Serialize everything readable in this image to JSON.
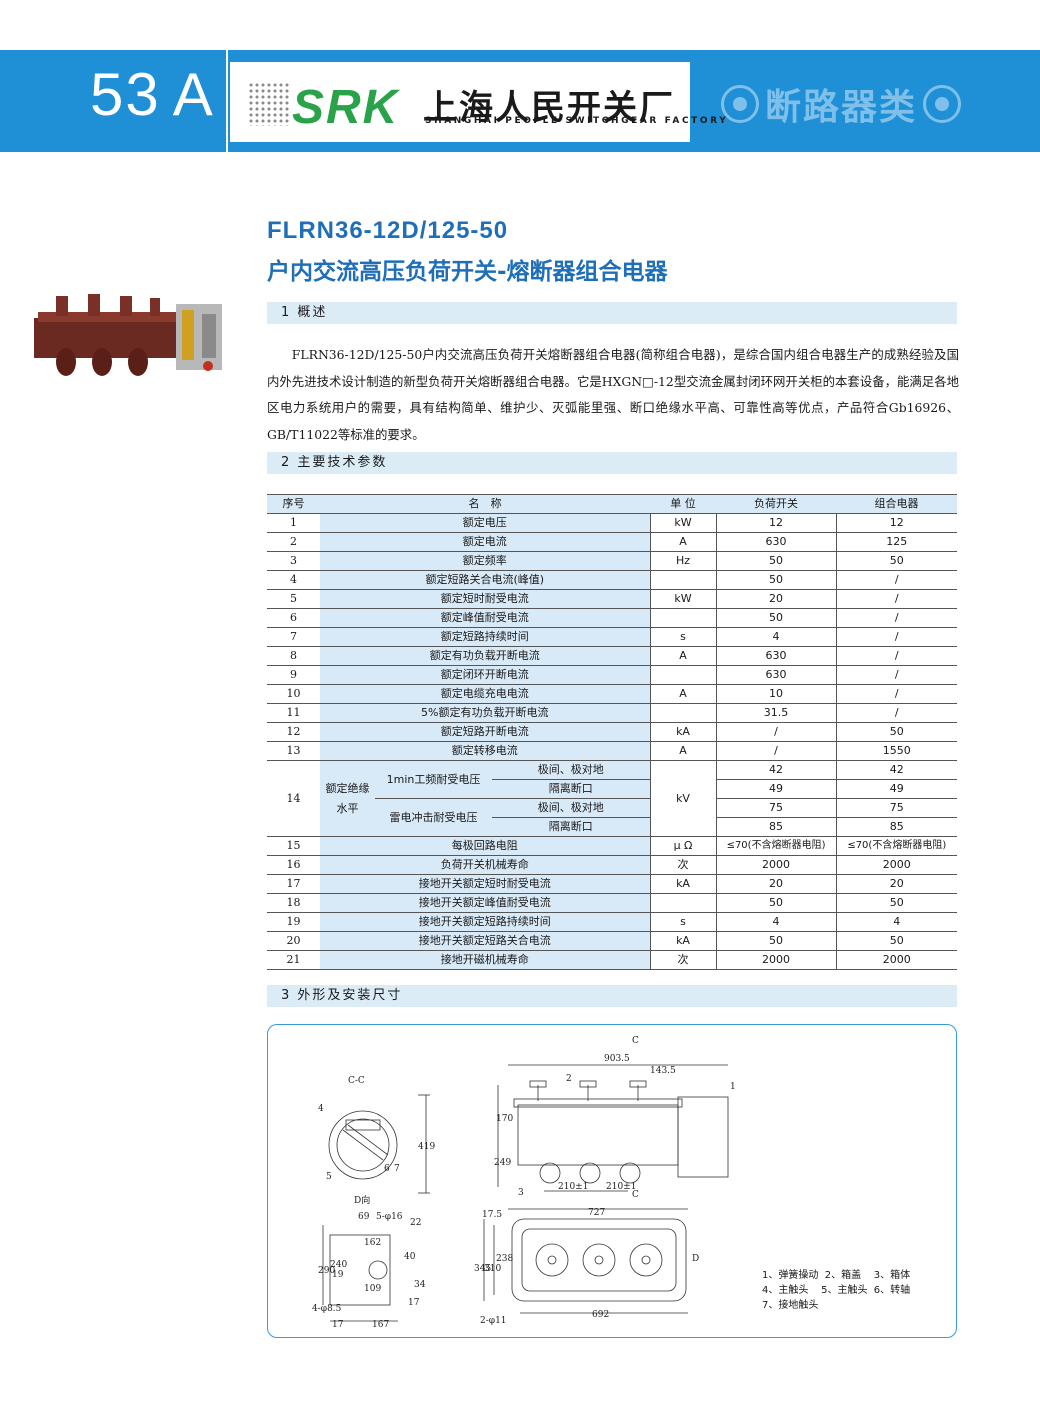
{
  "header": {
    "page_number": "53",
    "page_suffix": "A",
    "brand": "SRK",
    "company_cn": "上海人民开关厂",
    "company_en": "SHANGHAI PEOPLE SWITCHGEAR FACTORY",
    "category": "断路器类",
    "accent_color": "#1f8fd6",
    "brand_color": "#2aa24a"
  },
  "product": {
    "model": "FLRN36-12D/125-50",
    "title": "户内交流高压负荷开关-熔断器组合电器"
  },
  "sections": {
    "overview": "1  概述",
    "params": "2  主要技术参数",
    "dims": "3  外形及安装尺寸"
  },
  "overview_text": "FLRN36-12D/125-50户内交流高压负荷开关熔断器组合电器(简称组合电器)，是综合国内组合电器生产的成熟经验及国内外先进技术设计制造的新型负荷开关熔断器组合电器。它是HXGN□-12型交流金属封闭环网开关柜的本套设备，能满足各地区电力系统用户的需要，具有结构简单、维护少、灭弧能里强、断口绝缘水平高、可靠性高等优点，产品符合Gb16926、GB/T11022等标准的要求。",
  "table": {
    "headers": [
      "序号",
      "名　称",
      "单 位",
      "负荷开关",
      "组合电器"
    ],
    "rows": [
      {
        "no": "1",
        "name": "额定电压",
        "unit": "kW",
        "ls": "12",
        "cu": "12"
      },
      {
        "no": "2",
        "name": "额定电流",
        "unit": "A",
        "ls": "630",
        "cu": "125"
      },
      {
        "no": "3",
        "name": "额定频率",
        "unit": "Hz",
        "ls": "50",
        "cu": "50"
      },
      {
        "no": "4",
        "name": "额定短路关合电流(峰值)",
        "unit": "",
        "ls": "50",
        "cu": "/"
      },
      {
        "no": "5",
        "name": "额定短时耐受电流",
        "unit": "kW",
        "ls": "20",
        "cu": "/"
      },
      {
        "no": "6",
        "name": "额定峰值耐受电流",
        "unit": "",
        "ls": "50",
        "cu": "/"
      },
      {
        "no": "7",
        "name": "额定短路持续时间",
        "unit": "s",
        "ls": "4",
        "cu": "/"
      },
      {
        "no": "8",
        "name": "额定有功负载开断电流",
        "unit": "A",
        "ls": "630",
        "cu": "/"
      },
      {
        "no": "9",
        "name": "额定闭环开断电流",
        "unit": "",
        "ls": "630",
        "cu": "/"
      },
      {
        "no": "10",
        "name": "额定电缆充电电流",
        "unit": "A",
        "ls": "10",
        "cu": "/"
      },
      {
        "no": "11",
        "name": "5%额定有功负载开断电流",
        "unit": "",
        "ls": "31.5",
        "cu": "/"
      },
      {
        "no": "12",
        "name": "额定短路开断电流",
        "unit": "kA",
        "ls": "/",
        "cu": "50"
      },
      {
        "no": "13",
        "name": "额定转移电流",
        "unit": "A",
        "ls": "/",
        "cu": "1550"
      }
    ],
    "row14": {
      "no": "14",
      "group": "额定绝缘水平",
      "sub1": "1min工频耐受电压",
      "sub2": "雷电冲击耐受电压",
      "a": "极间、极对地",
      "b": "隔离断口",
      "unit": "kV",
      "v": [
        [
          "42",
          "42"
        ],
        [
          "49",
          "49"
        ],
        [
          "75",
          "75"
        ],
        [
          "85",
          "85"
        ]
      ]
    },
    "rows2": [
      {
        "no": "15",
        "name": "每极回路电阻",
        "unit": "μ Ω",
        "ls": "≤70(不含熔断器电阻)",
        "cu": "≤70(不含熔断器电阻)"
      },
      {
        "no": "16",
        "name": "负荷开关机械寿命",
        "unit": "次",
        "ls": "2000",
        "cu": "2000"
      },
      {
        "no": "17",
        "name": "接地开关额定短时耐受电流",
        "unit": "kA",
        "ls": "20",
        "cu": "20"
      },
      {
        "no": "18",
        "name": "接地开关额定峰值耐受电流",
        "unit": "",
        "ls": "50",
        "cu": "50"
      },
      {
        "no": "19",
        "name": "接地开关额定短路持续时间",
        "unit": "s",
        "ls": "4",
        "cu": "4"
      },
      {
        "no": "20",
        "name": "接地开关额定短路关合电流",
        "unit": "kA",
        "ls": "50",
        "cu": "50"
      },
      {
        "no": "21",
        "name": "接地开磁机械寿命",
        "unit": "次",
        "ls": "2000",
        "cu": "2000"
      }
    ]
  },
  "drawing": {
    "cc_label": "C-C",
    "d_label": "D向",
    "c_label": "C",
    "d_mark": "D",
    "dims": {
      "d903": "903.5",
      "d143": "143.5",
      "d170": "170",
      "d249": "249",
      "d419": "419",
      "d210a": "210±1",
      "d210b": "210±1",
      "d727": "727",
      "d17_5": "17.5",
      "d345": "345",
      "d310": "310",
      "d238": "238",
      "d692": "692",
      "d2phi11": "2-φ11",
      "d69": "69",
      "d5phi16": "5-φ16",
      "d22": "22",
      "d162": "162",
      "d40": "40",
      "d290": "290",
      "d240": "240",
      "d19": "19",
      "d34": "34",
      "d109": "109",
      "d4phi8": "4-φ8.5",
      "d17a": "17",
      "d17b": "17",
      "d167": "167",
      "n1": "1",
      "n2": "2",
      "n3": "3",
      "n4": "4",
      "n5": "5",
      "n6": "6",
      "n7": "7"
    },
    "legend": "1、弹簧操动  2、箱盖    3、箱体\n4、主触头    5、主触头  6、转轴\n7、接地触头"
  }
}
